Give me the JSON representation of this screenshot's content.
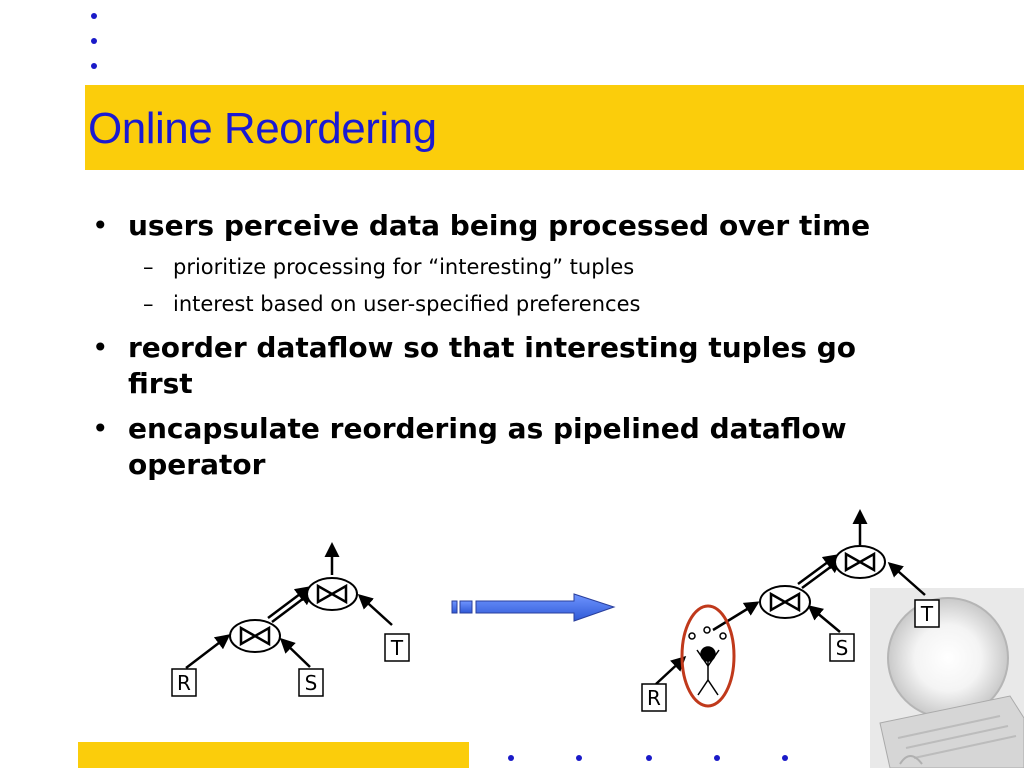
{
  "slide": {
    "title": "Online Reordering",
    "bullets": [
      {
        "text": "users perceive data being processed over time",
        "subbullets": [
          "prioritize processing for “interesting” tuples",
          "interest based on user-specified preferences"
        ]
      },
      {
        "text_line1": "reorder dataflow so that interesting tuples go",
        "text_line2": "first"
      },
      {
        "text_line1": "encapsulate reordering as pipelined dataflow",
        "text_line2": "operator"
      }
    ],
    "bullet_marker": "•",
    "dash_marker": "–"
  },
  "diagram": {
    "left_plan": {
      "leaves": [
        "R",
        "S",
        "T"
      ],
      "join_symbol": "⋈"
    },
    "right_plan": {
      "leaves": [
        "R",
        "S",
        "T"
      ],
      "join_symbol": "⋈"
    },
    "colors": {
      "accent_yellow": "#fbcd0b",
      "title_blue": "#1a1ad2",
      "arrow_blue": "#3f6ee8",
      "highlight_red": "#c0391b"
    },
    "icons": [
      "join-icon",
      "transform-arrow-icon",
      "stick-figure-icon",
      "computer-clipart-icon"
    ]
  }
}
